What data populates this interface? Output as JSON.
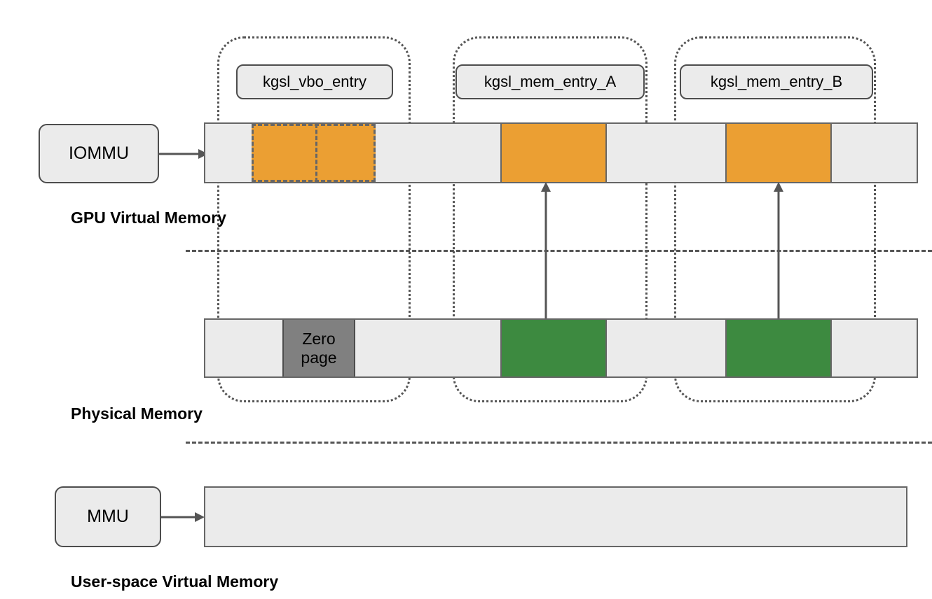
{
  "diagram": {
    "title": "GPU Virtual Memory / Physical Memory / User-space Virtual Memory mapping",
    "colors": {
      "orange": "#eb9f33",
      "green": "#3d8a40",
      "grey_block": "#808080",
      "bar_fill": "#ebebeb",
      "stroke": "#666666",
      "dotted_stroke": "#555555"
    }
  },
  "units": {
    "iommu": {
      "label": "IOMMU"
    },
    "mmu": {
      "label": "MMU"
    }
  },
  "entry_labels": [
    {
      "id": "vbo",
      "label": "kgsl_vbo_entry"
    },
    {
      "id": "mem_a",
      "label": "kgsl_mem_entry_A"
    },
    {
      "id": "mem_b",
      "label": "kgsl_mem_entry_B"
    }
  ],
  "sections": [
    {
      "id": "gpu-virtual-memory",
      "caption": "GPU Virtual Memory",
      "blocks": [
        {
          "id": "vbo-range",
          "kind": "orange-dashed",
          "label": ""
        },
        {
          "id": "mem-a-range",
          "kind": "orange",
          "label": ""
        },
        {
          "id": "mem-b-range",
          "kind": "orange",
          "label": ""
        }
      ]
    },
    {
      "id": "physical-memory",
      "caption": "Physical Memory",
      "blocks": [
        {
          "id": "zero-page",
          "kind": "grey",
          "label_line1": "Zero",
          "label_line2": "page"
        },
        {
          "id": "phys-a",
          "kind": "green",
          "label": ""
        },
        {
          "id": "phys-b",
          "kind": "green",
          "label": ""
        }
      ]
    },
    {
      "id": "user-space-virtual-memory",
      "caption": "User-space Virtual Memory",
      "blocks": []
    }
  ]
}
